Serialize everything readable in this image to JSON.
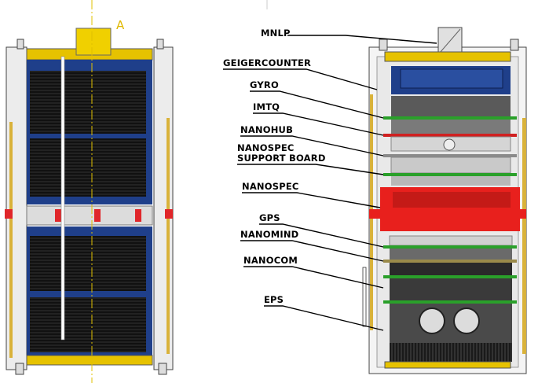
{
  "diagram": {
    "left_view": {
      "marker": "A"
    },
    "labels": [
      {
        "id": "mnlp",
        "text": "MNLP"
      },
      {
        "id": "geiger",
        "text": "GEIGERCOUNTER"
      },
      {
        "id": "gyro",
        "text": "GYRO"
      },
      {
        "id": "imtq",
        "text": "IMTQ"
      },
      {
        "id": "nanohub",
        "text": "NANOHUB"
      },
      {
        "id": "nanospec_sb",
        "text": "NANOSPEC",
        "text2": "SUPPORT BOARD"
      },
      {
        "id": "nanospec",
        "text": "NANOSPEC"
      },
      {
        "id": "gps",
        "text": "GPS"
      },
      {
        "id": "nanomind",
        "text": "NANOMIND"
      },
      {
        "id": "nanocom",
        "text": "NANOCOM"
      },
      {
        "id": "eps",
        "text": "EPS"
      }
    ]
  }
}
